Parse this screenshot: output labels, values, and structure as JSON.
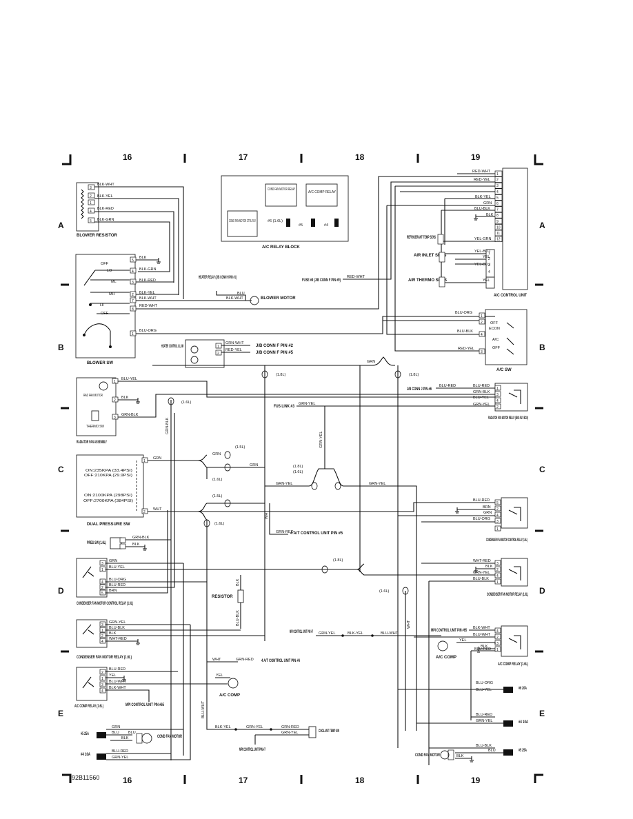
{
  "grid": {
    "columns": [
      "16",
      "17",
      "18",
      "19"
    ],
    "rows": [
      "A",
      "B",
      "C",
      "D",
      "E"
    ]
  },
  "figure_id": "92B11560",
  "components": {
    "blower_resistor": "BLOWER RESISTOR",
    "blower_sw": "BLOWER SW",
    "blower_sw_positions": [
      "OFF",
      "LO",
      "ML",
      "MH",
      "HI",
      "OFF"
    ],
    "relay_block": "A/C RELAY BLOCK",
    "cond_fan_motor_relay": "COND FAN MOTOR RELAY",
    "ac_comp_relay": "A/C COMP RELAY",
    "cond_fan_motor_ctrl_rly": "COND FAN MOTOR CTRL RLY",
    "relay_slots": [
      "#6 (1.6L)",
      "#5",
      "#4"
    ],
    "heater_relay": "HEATER RELAY (J/B CONN H PIN #1)",
    "blower_motor": "BLOWER MOTOR",
    "fuse9": "FUSE #9 (J/B CONN F PIN #9)",
    "heater_control_illum": "HEATER CONTROL ILLUM",
    "jb_conn_f2": "J/B CONN F PIN #2",
    "jb_conn_f5": "J/B CONN F PIN #5",
    "refrigerant_temp_sens": "REFRIGERANT TEMP SENS",
    "air_inlet_sens": "AIR INLET SENS",
    "air_thermo_sens": "AIR THERMO SENS",
    "ac_control_unit": "A/C CONTROL UNIT",
    "ac_sw": "A/C SW",
    "ac_sw_positions": [
      "OFF",
      "ECON",
      "A/C",
      "OFF"
    ],
    "rad_fan_motor": "RAD FAN MOTOR",
    "thermo_sw": "THERMO SW",
    "radiator_fan_assembly": "RADIATOR FAN ASSEMBLY",
    "jb_conn_j6": "J/B CONN J PIN #6",
    "fus_link3": "FUS LINK #3",
    "radiator_fan_motor_relay": "RADIATOR FAN MOTOR RELAY (ENG RLY BOX)",
    "dual_pressure_sw": "DUAL PRESSURE SW",
    "dps_line1": "ON:235KPA (33.4PSI)",
    "dps_line2": "OFF:210KPA (29.9PSI)",
    "dps_line3": "ON:2100KPA (298PSI)",
    "dps_line4": "OFF:2700KPA (384PSI)",
    "at_control_5": "4 A/T CONTROL UNIT PIN #5",
    "condenser_fan_motor_control_relay_r": "CONDENSER FAN MOTOR CONTROL RELAY (1.6L)",
    "pres_sw": "PRES SW (1.6L)",
    "condenser_fan_motor_relay_r": "CONDENSER FAN MOTOR RELAY (1.6L)",
    "resistor": "RESISTOR",
    "condenser_fan_motor_control_relay_l": "CONDENSER FAN MOTOR CONTROL RELAY (1.6L)",
    "mpi_control_unit_pin7": "MPI CONTROL UNIT PIN #7",
    "mpi_control_unit_pin65": "MPI CONTROL UNIT PIN #65",
    "condenser_fan_motor_relay_l": "CONDENSER FAN MOTOR RELAY (1.6L)",
    "ac_comp": "A/C COMP",
    "ac_comp_relay_r": "A/C COMP RELAY (1.6L)",
    "at_control_6": "4 A/T CONTROL UNIT PIN #6",
    "ac_comp_relay_l": "A/C COMP RELAY (1.6L)",
    "mpi_control_unit_pin65_b": "MPI CONTROL UNIT PIN #65",
    "fuse_6_20a": "#6 20A",
    "fuse_4_10a": "#4 10A",
    "fuse_5_25a": "#5 25A",
    "cond_fan_motor": "COND FAN MOTOR",
    "coolant_temp_sw": "COOLANT TEMP SW",
    "mpi_control_unit_pin7_b": "MPI CONTROL UNIT PIN #7",
    "fuse_5_25a_l": "#5 25A",
    "fuse_4_10a_l": "#4 10A",
    "cond_fan_motor_l": "COND FAN MOTOR"
  },
  "splice_labels": [
    "(1.8L)",
    "(1.6L)",
    "(1.5L)",
    "(1.8L)"
  ],
  "wire_colors": {
    "blk_wht": "BLK-WHT",
    "blk_yel": "BLK-YEL",
    "blk_red": "BLK-RED",
    "blk_grn": "BLK-GRN",
    "blk": "BLK",
    "red_wht": "RED-WHT",
    "blu_org": "BLU-ORG",
    "blu": "BLU",
    "grn_wht": "GRN-WHT",
    "red_yel": "RED-YEL",
    "grn": "GRN",
    "blu_blk": "BLU-BLK",
    "yel_grn": "YEL-GRN",
    "yel_blu": "YEL-BLU",
    "yel": "YEL",
    "blu_red": "BLU-RED",
    "grn_blk": "GRN-BLK",
    "grn_yel": "GRN-YEL",
    "blu_yel": "BLU-YEL",
    "wht": "WHT",
    "brn": "BRN",
    "grn_red": "GRN-RED",
    "blu_wht": "BLU-WHT",
    "wht_red": "WHT-RED",
    "blk_yel2": "BLK-YEL"
  }
}
